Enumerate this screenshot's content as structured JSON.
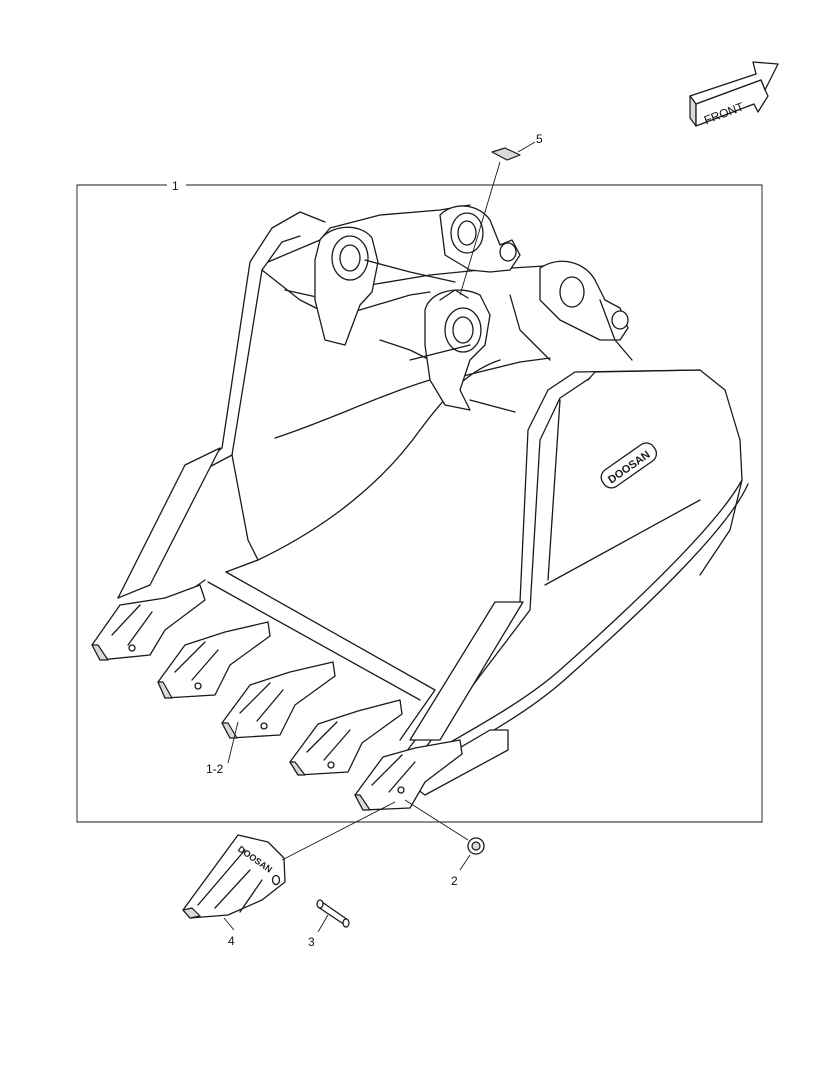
{
  "direction_label": "FRONT",
  "brand_logo": "DOOSAN",
  "callouts": {
    "c1": "1",
    "c1_2": "1-2",
    "c2": "2",
    "c3": "3",
    "c4": "4",
    "c5": "5"
  },
  "colors": {
    "line": "#1a1a1a",
    "background": "#ffffff",
    "shade": "#d9d9d9"
  }
}
